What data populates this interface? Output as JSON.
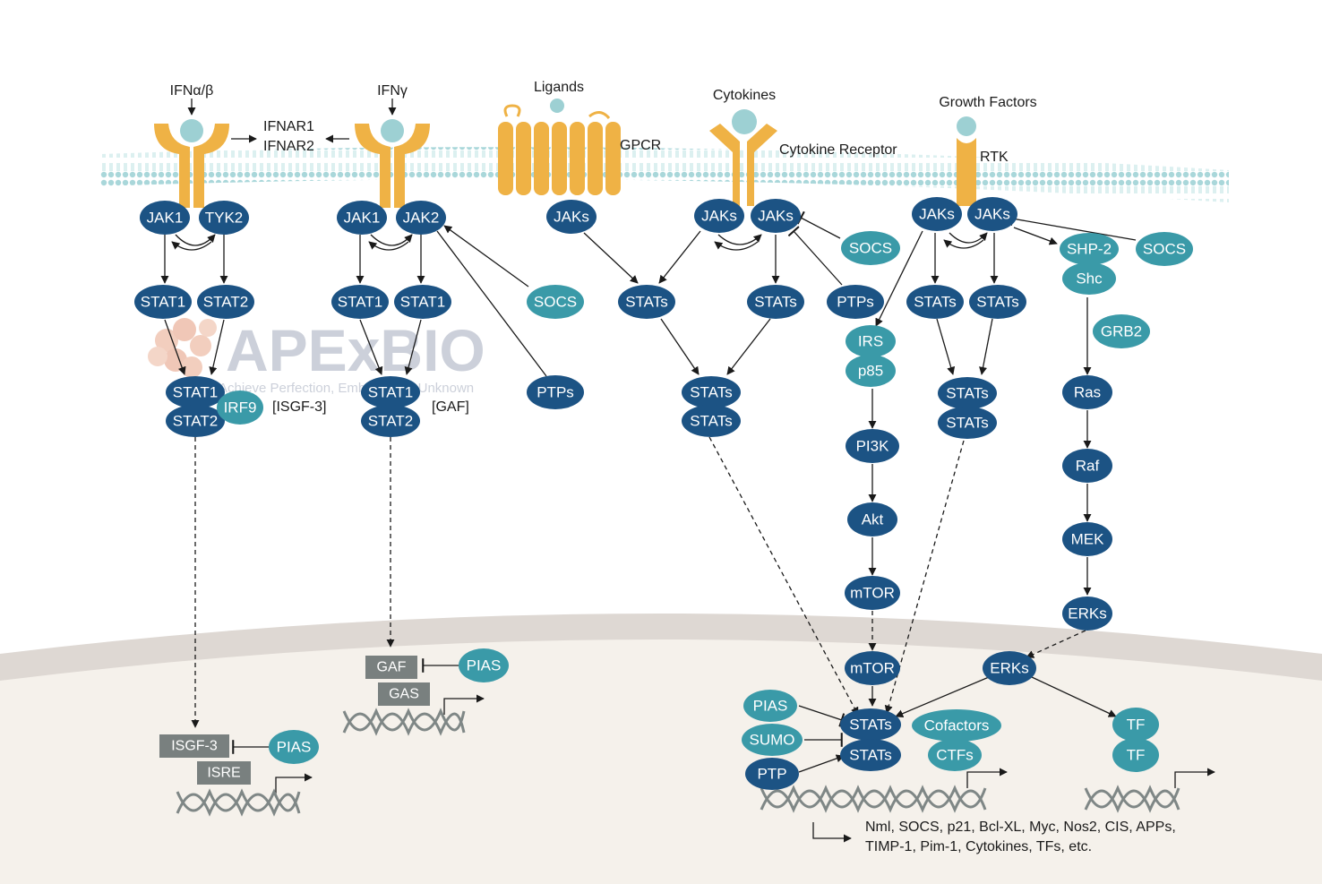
{
  "colors": {
    "dark_node": "#1c5384",
    "teal_node": "#3a9aa8",
    "receptor": "#efb245",
    "ligand": "#9dd0d3",
    "membrane": "#a9d7da",
    "nucleus": "#f5f1eb",
    "nucleus_rim": "#ded8d3",
    "box": "#79807f",
    "watermark": "#c7ccd6"
  },
  "watermark": {
    "brand": "APExBIO",
    "tagline": "Achieve Perfection, Embrace the Unknown"
  },
  "labels": {
    "ifn_ab": "IFNα/β",
    "ifn_g": "IFNγ",
    "ligands": "Ligands",
    "gpcr": "GPCR",
    "cytokines": "Cytokines",
    "cytokine_receptor": "Cytokine Receptor",
    "growth_factors": "Growth Factors",
    "rtk": "RTK",
    "ifnar1": "IFNAR1",
    "ifnar2": "IFNAR2",
    "isgf3_bracket": "[ISGF-3]",
    "gaf_bracket": "[GAF]",
    "genes_line1": "Nml, SOCS, p21, Bcl-XL, Myc, Nos2, CIS, APPs,",
    "genes_line2": "TIMP-1, Pim-1, Cytokines, TFs, etc."
  },
  "nodes": {
    "jak1_a": "JAK1",
    "tyk2": "TYK2",
    "stat1_a": "STAT1",
    "stat2_a": "STAT2",
    "stat1_c": "STAT1",
    "stat2_c": "STAT2",
    "irf9": "IRF9",
    "jak1_b": "JAK1",
    "jak2": "JAK2",
    "stat1_b1": "STAT1",
    "stat1_b2": "STAT1",
    "stat1_d": "STAT1",
    "stat2_d": "STAT2",
    "socs_b": "SOCS",
    "ptps_b": "PTPs",
    "jaks_gpcr": "JAKs",
    "stats_gpcr": "STATs",
    "jaks_c1": "JAKs",
    "jaks_c2": "JAKs",
    "stats_c": "STATs",
    "socs_c": "SOCS",
    "ptps_c": "PTPs",
    "stats_m1": "STATs",
    "stats_m2": "STATs",
    "jaks_r1": "JAKs",
    "jaks_r2": "JAKs",
    "stats_r1": "STATs",
    "stats_r2": "STATs",
    "stats_r3": "STATs",
    "stats_r4": "STATs",
    "irs": "IRS",
    "p85": "p85",
    "pi3k": "PI3K",
    "akt": "Akt",
    "mtor1": "mTOR",
    "mtor2": "mTOR",
    "shp2": "SHP-2",
    "shc": "Shc",
    "socs_r": "SOCS",
    "grb2": "GRB2",
    "ras": "Ras",
    "raf": "Raf",
    "mek": "MEK",
    "erks1": "ERKs",
    "erks2": "ERKs",
    "pias_n": "PIAS",
    "sumo": "SUMO",
    "ptp_n": "PTP",
    "stats_n1": "STATs",
    "stats_n2": "STATs",
    "cofactors": "Cofactors",
    "ctfs": "CTFs",
    "tf1": "TF",
    "tf2": "TF",
    "pias_gaf": "PIAS",
    "pias_isgf": "PIAS"
  },
  "boxes": {
    "gaf": "GAF",
    "gas": "GAS",
    "isgf3": "ISGF-3",
    "isre": "ISRE"
  }
}
